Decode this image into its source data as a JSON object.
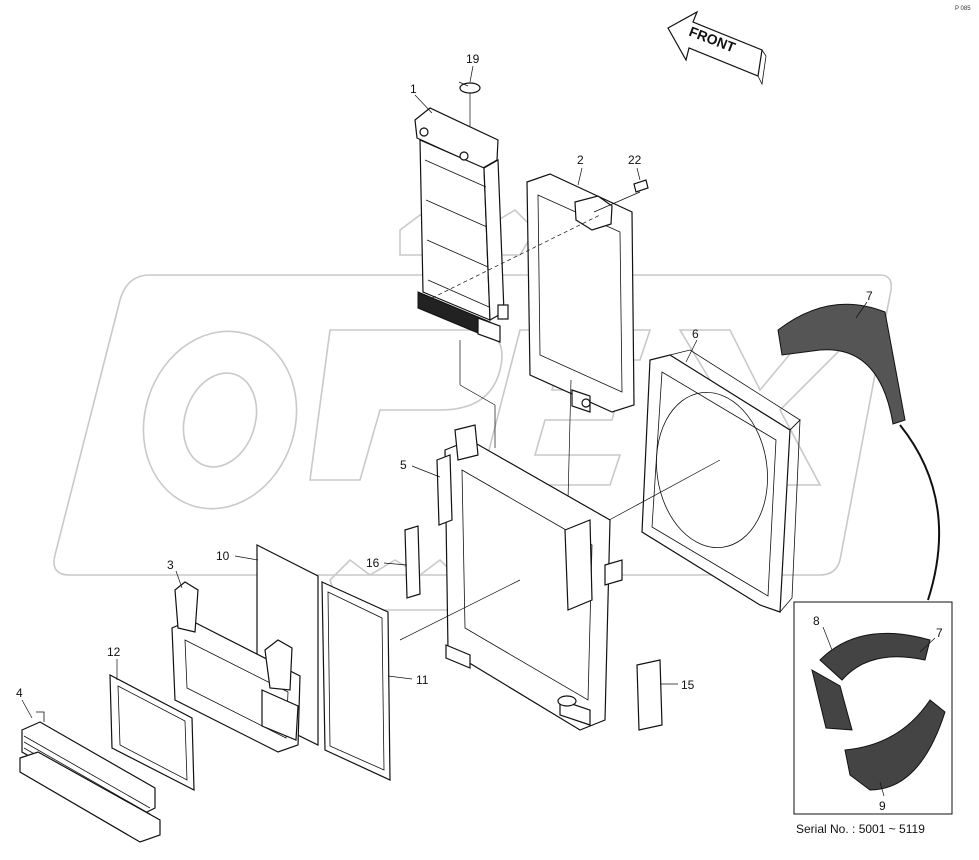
{
  "front_label": "FRONT",
  "serial_label": "Serial No. : 5001 ~ 5119",
  "corner_mark": "P 085",
  "parts": [
    {
      "id": "1"
    },
    {
      "id": "2"
    },
    {
      "id": "3"
    },
    {
      "id": "4"
    },
    {
      "id": "5"
    },
    {
      "id": "6"
    },
    {
      "id": "7"
    },
    {
      "id": "7"
    },
    {
      "id": "8"
    },
    {
      "id": "9"
    },
    {
      "id": "10"
    },
    {
      "id": "11"
    },
    {
      "id": "12"
    },
    {
      "id": "15"
    },
    {
      "id": "16"
    },
    {
      "id": "19"
    },
    {
      "id": "22"
    }
  ],
  "colors": {
    "line": "#111111",
    "watermark": "#c9c9c9",
    "background": "#ffffff"
  }
}
